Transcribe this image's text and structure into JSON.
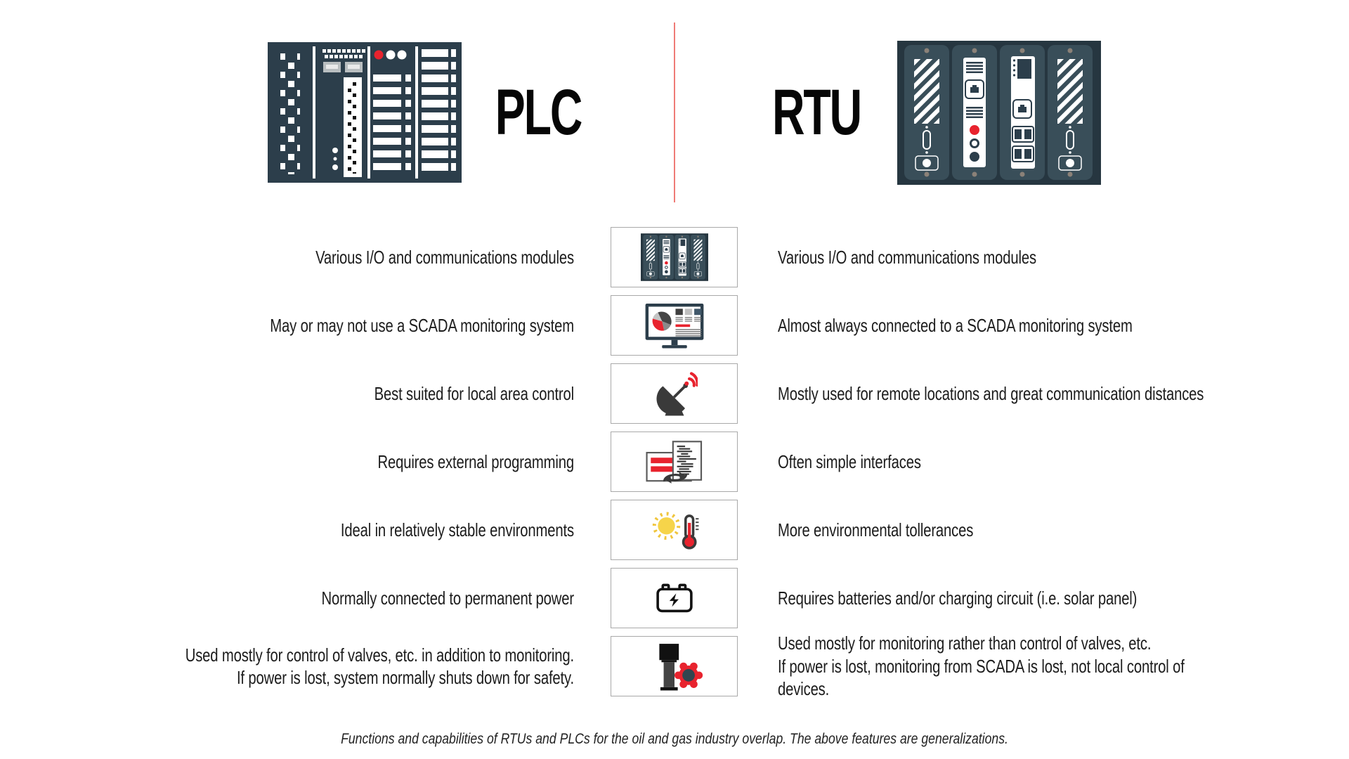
{
  "header": {
    "plc_label": "PLC",
    "rtu_label": "RTU",
    "plc_graphic": "plc-rack-illustration",
    "rtu_graphic": "rtu-modules-illustration"
  },
  "rows": [
    {
      "plc": "Various I/O and communications modules",
      "icon": "rtu-modules-icon",
      "rtu": "Various I/O and communications modules"
    },
    {
      "plc": "May or may not use a SCADA monitoring system",
      "icon": "scada-monitor-icon",
      "rtu": "Almost always connected to a SCADA monitoring system"
    },
    {
      "plc": "Best suited for local area control",
      "icon": "satellite-dish-icon",
      "rtu": "Mostly used for remote locations and great communication distances"
    },
    {
      "plc": "Requires external programming",
      "icon": "programming-docs-icon",
      "rtu": "Often simple interfaces"
    },
    {
      "plc": "Ideal in relatively stable environments",
      "icon": "sun-thermometer-icon",
      "rtu": "More environmental tollerances"
    },
    {
      "plc": "Normally connected to permanent power",
      "icon": "battery-icon",
      "rtu": "Requires batteries and/or charging circuit (i.e. solar panel)"
    },
    {
      "plc": "Used mostly for control of valves, etc. in addition to monitoring.\nIf power is lost, system normally shuts down for safety.",
      "icon": "valve-icon",
      "rtu": "Used mostly for monitoring rather than control of valves, etc.\nIf power is lost, monitoring from SCADA is lost, not local control of devices."
    }
  ],
  "footer": {
    "note": "Functions and capabilities of RTUs and PLCs for the oil and gas industry overlap. The above features are generalizations."
  },
  "colors": {
    "slate_dark": "#2c3e4b",
    "rtu_frame": "#263640",
    "rtu_module": "#394e59",
    "accent_red": "#e8232e",
    "divider_salmon": "#ef7b76",
    "icon_box_border": "#a9a9a9",
    "sun_yellow": "#f6d44a"
  }
}
